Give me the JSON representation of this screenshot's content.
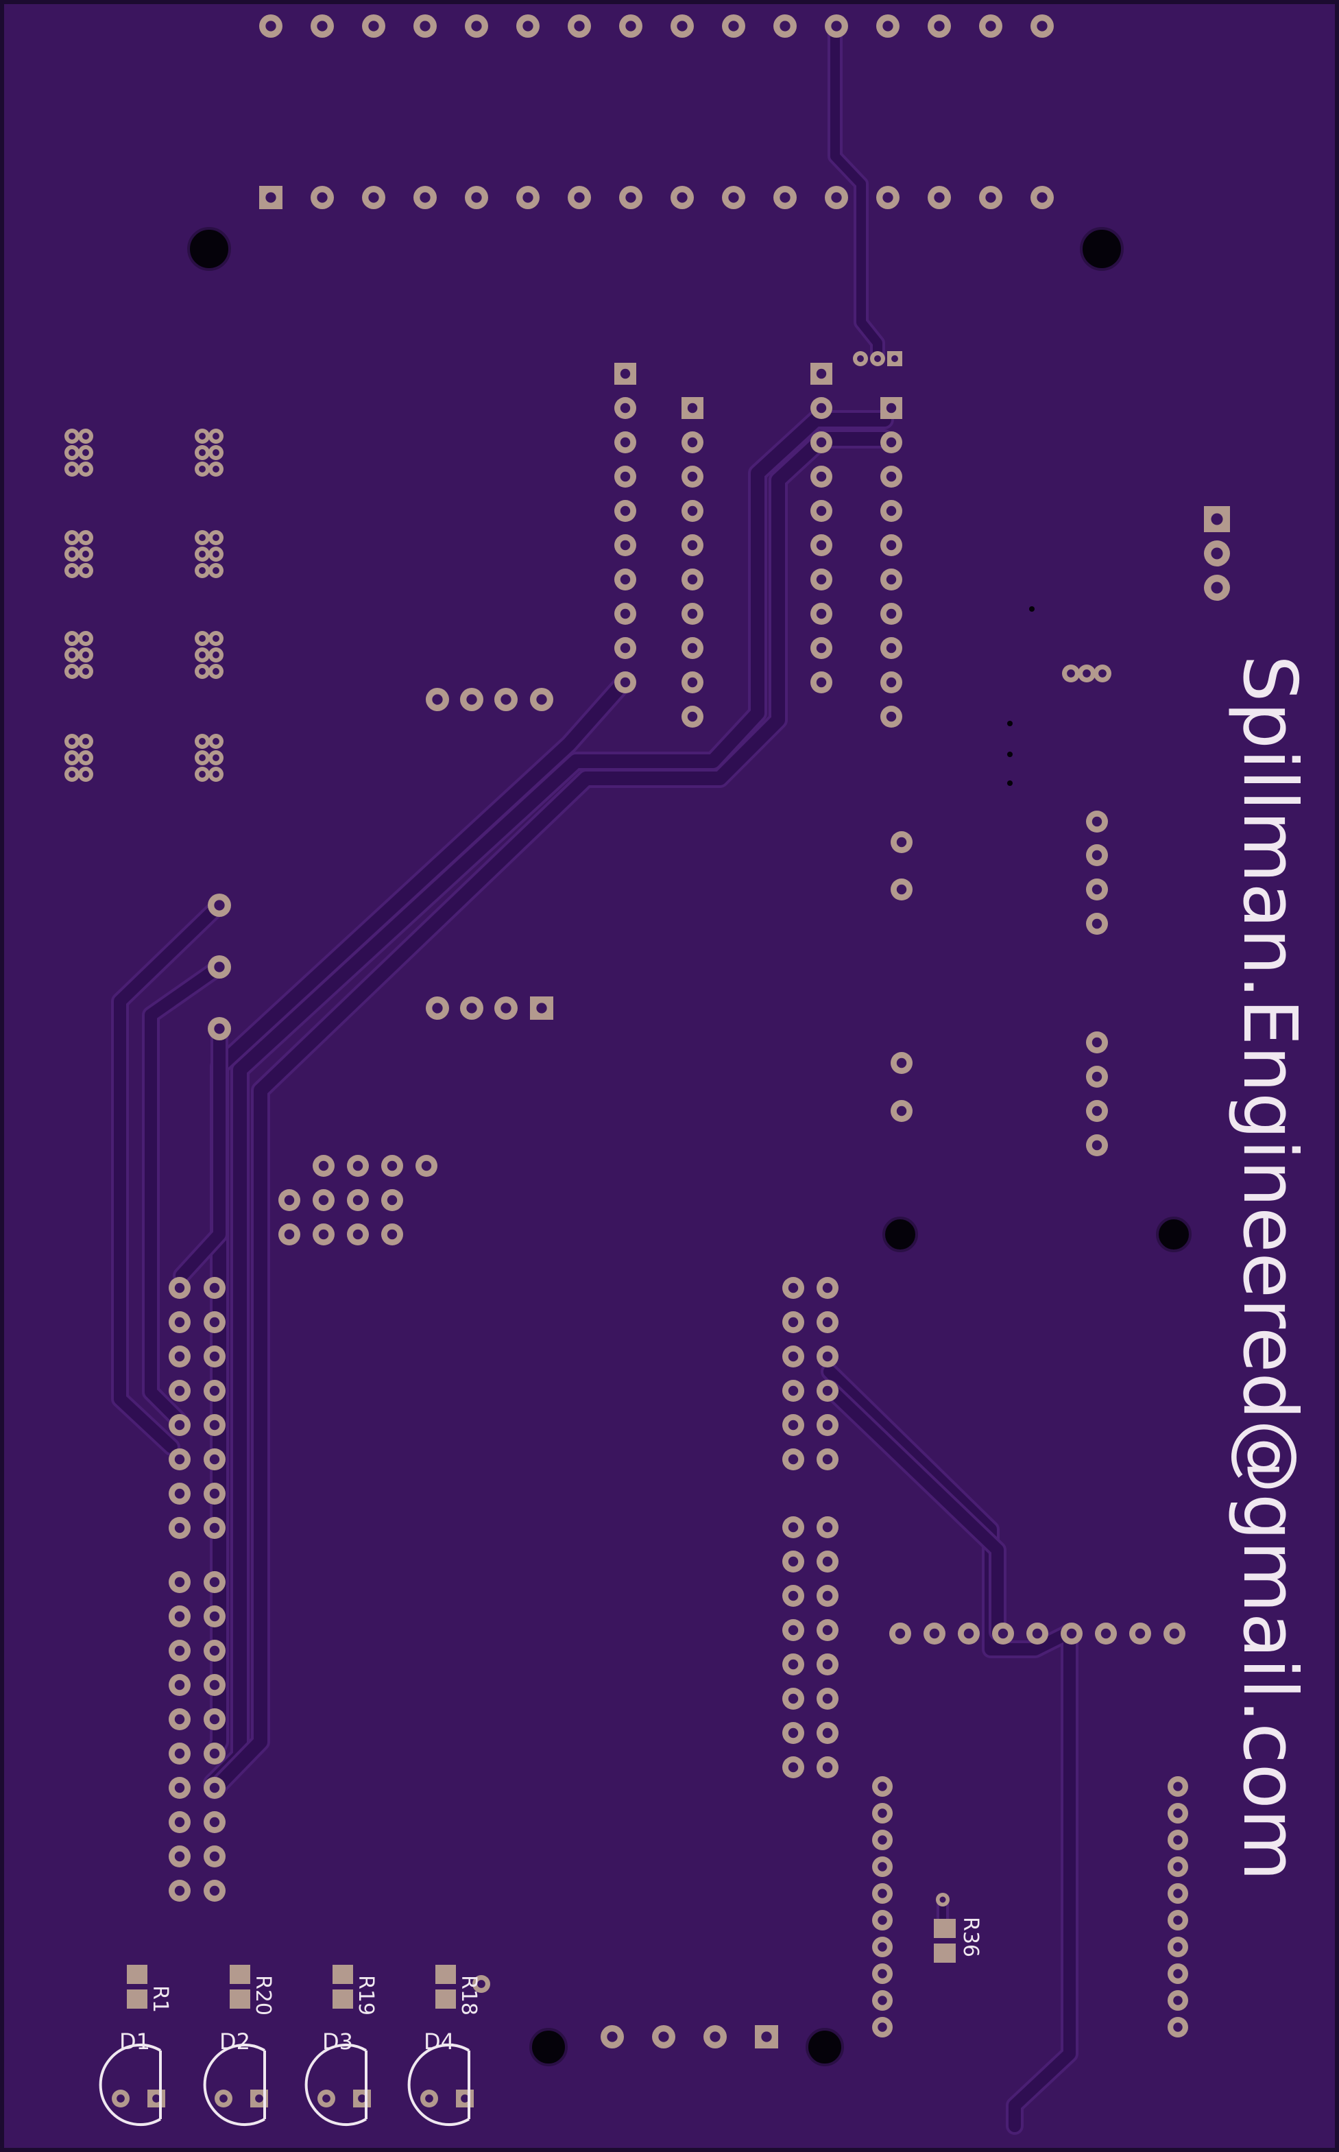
{
  "board": {
    "colors": {
      "background": "#3b155e",
      "edge": "#1c0b30",
      "copper_pad": "#b39a8e",
      "trace": "#2f0e52",
      "silkscreen": "#f0e8f0",
      "hole": "#05020a"
    }
  },
  "silkscreen": {
    "email": "Spillman.Engineered@gmail.com",
    "resistors": [
      "R1",
      "R20",
      "R19",
      "R18",
      "R36"
    ],
    "leds": [
      "D1",
      "D2",
      "D3",
      "D4"
    ]
  }
}
